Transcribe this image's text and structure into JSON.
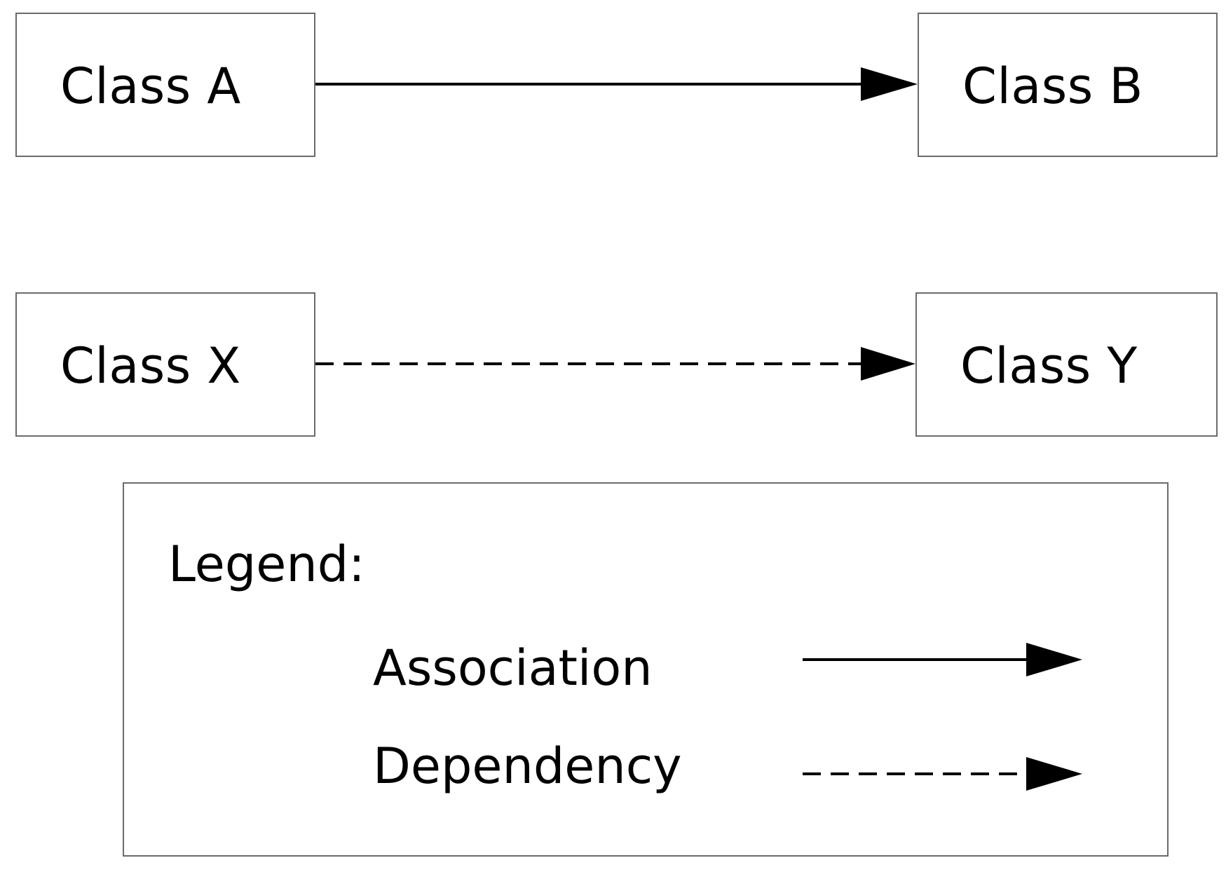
{
  "classes": {
    "a": {
      "label": "Class A"
    },
    "b": {
      "label": "Class B"
    },
    "x": {
      "label": "Class X"
    },
    "y": {
      "label": "Class Y"
    }
  },
  "relations": [
    {
      "from": "Class A",
      "to": "Class B",
      "kind": "association"
    },
    {
      "from": "Class X",
      "to": "Class Y",
      "kind": "dependency"
    }
  ],
  "legend": {
    "title": "Legend:",
    "entries": [
      {
        "label": "Association",
        "line_style": "solid"
      },
      {
        "label": "Dependency",
        "line_style": "dashed"
      }
    ]
  },
  "colors": {
    "stroke": "#000000",
    "box_border": "#6b6b6b",
    "background": "#ffffff"
  }
}
